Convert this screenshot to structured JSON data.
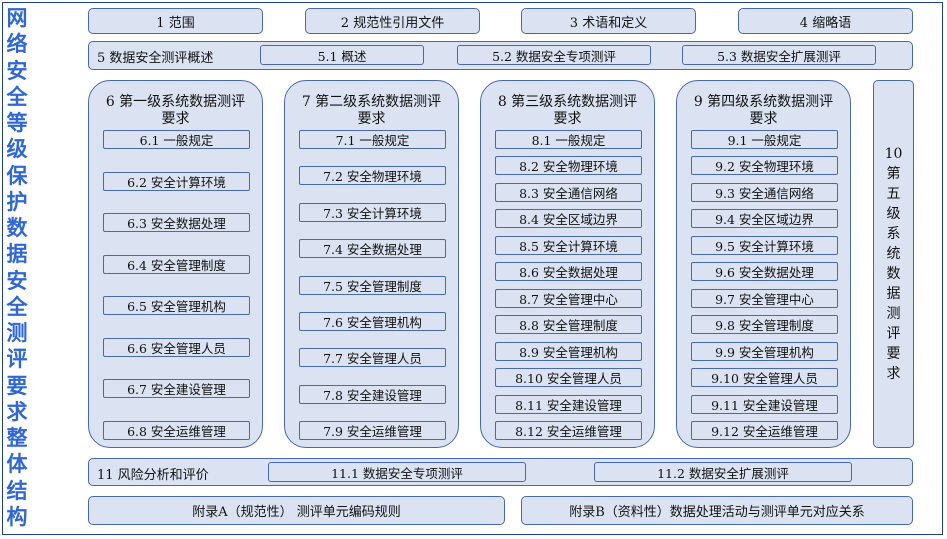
{
  "title": "网络安全等级保护数据安全测评要求整体结构",
  "top": [
    "1 范围",
    "2 规范性引用文件",
    "3 术语和定义",
    "4 缩略语"
  ],
  "section5": {
    "label": "5 数据安全测评概述",
    "items": [
      "5.1 概述",
      "5.2 数据安全专项测评",
      "5.3 数据安全扩展测评"
    ]
  },
  "columns": [
    {
      "title": "6 第一级系统数据测评要求",
      "items": [
        "6.1 一般规定",
        "6.2 安全计算环境",
        "6.3 安全数据处理",
        "6.4 安全管理制度",
        "6.5 安全管理机构",
        "6.6 安全管理人员",
        "6.7 安全建设管理",
        "6.8 安全运维管理"
      ]
    },
    {
      "title": "7 第二级系统数据测评要求",
      "items": [
        "7.1 一般规定",
        "7.2 安全物理环境",
        "7.3 安全计算环境",
        "7.4 安全数据处理",
        "7.5 安全管理制度",
        "7.6 安全管理机构",
        "7.7 安全管理人员",
        "7.8 安全建设管理",
        "7.9 安全运维管理"
      ]
    },
    {
      "title": "8 第三级系统数据测评要求",
      "items": [
        "8.1 一般规定",
        "8.2 安全物理环境",
        "8.3 安全通信网络",
        "8.4 安全区域边界",
        "8.5 安全计算环境",
        "8.6 安全数据处理",
        "8.7 安全管理中心",
        "8.8 安全管理制度",
        "8.9 安全管理机构",
        "8.10 安全管理人员",
        "8.11 安全建设管理",
        "8.12 安全运维管理"
      ]
    },
    {
      "title": "9 第四级系统数据测评要求",
      "items": [
        "9.1 一般规定",
        "9.2 安全物理环境",
        "9.3 安全通信网络",
        "9.4 安全区域边界",
        "9.5 安全计算环境",
        "9.6 安全数据处理",
        "9.7 安全管理中心",
        "9.8 安全管理制度",
        "9.9 安全管理机构",
        "9.10 安全管理人员",
        "9.11 安全建设管理",
        "9.12 安全运维管理"
      ]
    }
  ],
  "section10": {
    "number": "10",
    "text": "第五级系统数据测评要求"
  },
  "section11": {
    "label": "11 风险分析和评价",
    "items": [
      "11.1 数据安全专项测评",
      "11.2 数据安全扩展测评"
    ]
  },
  "appendix": [
    "附录A（规范性） 测评单元编码规则",
    "附录B（资料性）数据处理活动与测评单元对应关系"
  ]
}
